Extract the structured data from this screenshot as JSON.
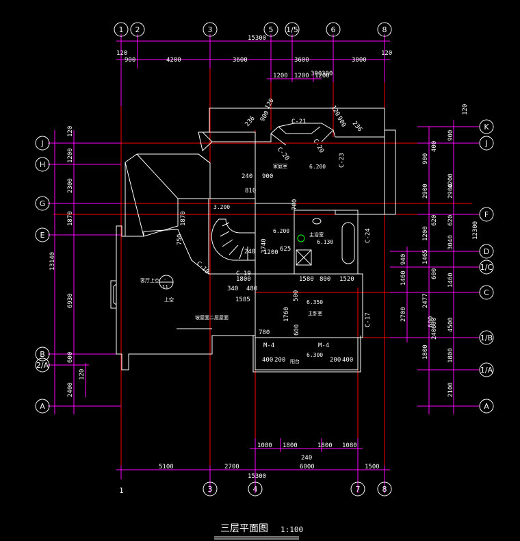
{
  "drawing": {
    "title": "三层平面图",
    "scale": "1:100"
  },
  "colors": {
    "background": "#000000",
    "dimension": "#ff00ff",
    "axis_line": "#ff0000",
    "wall": "#ffffff",
    "fixture": "#00ff00"
  },
  "top_axes": [
    "1",
    "2",
    "3",
    "5",
    "1/5",
    "6",
    "8"
  ],
  "bottom_axes": [
    "1",
    "3",
    "4",
    "7",
    "8"
  ],
  "left_axes": [
    "J",
    "H",
    "G",
    "E",
    "B",
    "2/A",
    "A"
  ],
  "right_axes": [
    "K",
    "J",
    "F",
    "D",
    "1/C",
    "C",
    "1/B",
    "1/A",
    "A"
  ],
  "top_dims": {
    "overall": "15300",
    "edge_left": "120",
    "edge_right": "120",
    "row1": [
      "900",
      "4200",
      "3600",
      "3600",
      "3000"
    ],
    "row2": [
      "1200",
      "1200",
      "1200"
    ],
    "row2b": [
      "300",
      "300"
    ],
    "bay": [
      "236",
      "900",
      "120",
      "120",
      "900",
      "236"
    ]
  },
  "bottom_dims": {
    "overall": "15300",
    "row1": [
      "5100",
      "2700",
      "6000",
      "1500"
    ],
    "row2": [
      "1080",
      "1800",
      "1800",
      "1080"
    ],
    "center": "240"
  },
  "left_dims": {
    "overall": "13140",
    "row1": [
      "120",
      "1200",
      "2300",
      "1870",
      "6930",
      "600",
      "2400"
    ],
    "extra": [
      "120"
    ]
  },
  "right_dims": {
    "overall": "12300",
    "row1": [
      "120",
      "900",
      "4200",
      "2900",
      "620",
      "3040",
      "1460",
      "4500",
      "1800",
      "2100"
    ],
    "row2": [
      "400",
      "900",
      "2900",
      "620",
      "1200",
      "1465",
      "940",
      "600",
      "1460",
      "2700",
      "2477",
      "600",
      "240"
    ]
  },
  "windows": [
    "C-21",
    "C-20",
    "C-20",
    "C-23",
    "C-24",
    "C-19",
    "C-18",
    "C-17",
    "M-4",
    "M-4"
  ],
  "rooms": {
    "study": "家庭室",
    "master_bath": "主浴室",
    "master_bed": "主卧室",
    "void": "客厅上空",
    "balcony": "阳台",
    "void_label": "上空",
    "roof_label": "坡屋面二层屋面"
  },
  "elevations": [
    "6.200",
    "3.200",
    "6.200",
    "6.130",
    "6.350",
    "6.300"
  ],
  "inner_dims": [
    "240",
    "900",
    "810",
    "700",
    "3740",
    "1870",
    "750",
    "240",
    "1200",
    "625",
    "1800",
    "340",
    "480",
    "1585",
    "1580",
    "800",
    "1520",
    "500",
    "1760",
    "600",
    "780",
    "400",
    "200",
    "200",
    "400",
    "600",
    "1800"
  ],
  "callout": {
    "top": "-",
    "bottom": "11"
  }
}
